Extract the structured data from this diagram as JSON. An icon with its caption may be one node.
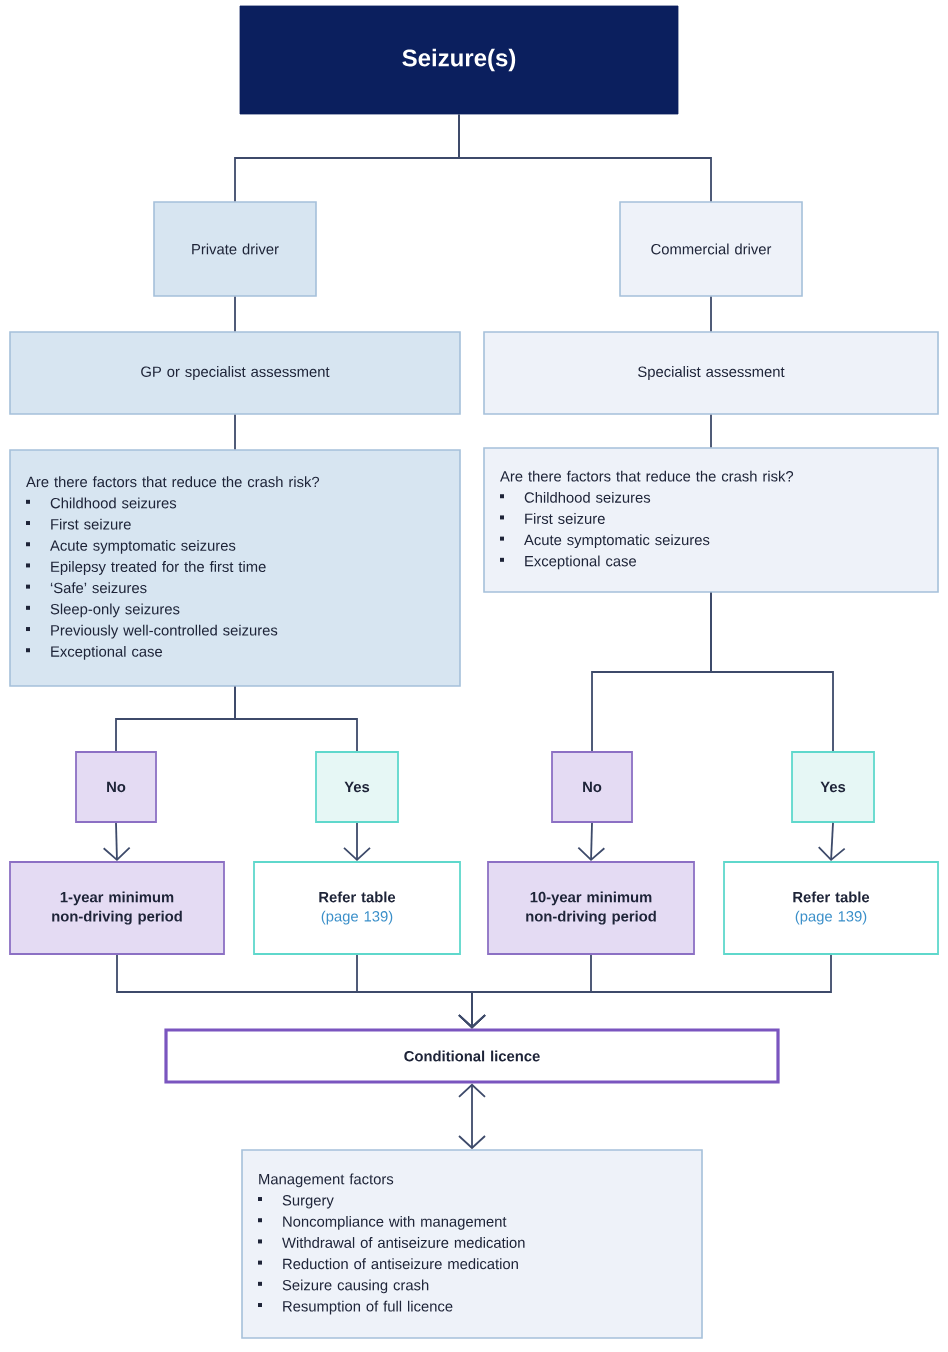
{
  "diagram": {
    "nodes": [
      {
        "text": [
          "Seizure(s)"
        ]
      },
      {
        "text": [
          "Private driver"
        ]
      },
      {
        "text": [
          "Commercial driver"
        ]
      },
      {
        "text": [
          "GP or specialist assessment"
        ]
      },
      {
        "text": [
          "Specialist assessment"
        ]
      },
      {
        "text": [
          "Are there factors that reduce the crash risk?",
          "Childhood seizures",
          "First seizure",
          "Acute symptomatic seizures",
          "Epilepsy treated for the first time",
          "‘Safe’ seizures",
          "Sleep-only seizures",
          "Previously well-controlled seizures",
          "Exceptional case"
        ]
      },
      {
        "text": [
          "Are there factors that reduce the crash risk?",
          "Childhood seizures",
          "First seizure",
          "Acute symptomatic seizures",
          "Exceptional case"
        ]
      },
      {
        "text": [
          "No"
        ]
      },
      {
        "text": [
          "Yes"
        ]
      },
      {
        "text": [
          "No"
        ]
      },
      {
        "text": [
          "Yes"
        ]
      },
      {
        "text": [
          "1-year minimum non-driving period"
        ]
      },
      {
        "text": [
          "Refer table",
          "(page 139)"
        ]
      },
      {
        "text": [
          "10-year minimum non-driving period"
        ]
      },
      {
        "text": [
          "Refer table",
          "(page 139)"
        ]
      },
      {
        "text": [
          "Conditional licence"
        ]
      },
      {
        "text": [
          "Management factors",
          "Surgery",
          "Noncompliance with management",
          "Withdrawal of antiseizure medication",
          "Reduction of antiseizure medication",
          "Seizure causing crash",
          "Resumption of full licence"
        ]
      }
    ],
    "edges": [
      {
        "from": 0,
        "to": 1,
        "arrow": "none"
      },
      {
        "from": 0,
        "to": 2,
        "arrow": "none"
      },
      {
        "from": 1,
        "to": 3,
        "arrow": "none"
      },
      {
        "from": 2,
        "to": 4,
        "arrow": "none"
      },
      {
        "from": 3,
        "to": 5,
        "arrow": "none"
      },
      {
        "from": 4,
        "to": 6,
        "arrow": "none"
      },
      {
        "from": 5,
        "to": 7,
        "arrow": "none"
      },
      {
        "from": 5,
        "to": 8,
        "arrow": "none"
      },
      {
        "from": 6,
        "to": 9,
        "arrow": "none"
      },
      {
        "from": 6,
        "to": 10,
        "arrow": "none"
      },
      {
        "from": 7,
        "to": 11,
        "arrow": "to"
      },
      {
        "from": 8,
        "to": 12,
        "arrow": "to"
      },
      {
        "from": 9,
        "to": 13,
        "arrow": "to"
      },
      {
        "from": 10,
        "to": 14,
        "arrow": "to"
      },
      {
        "from": 11,
        "to": 15,
        "arrow": "to"
      },
      {
        "from": 12,
        "to": 15,
        "arrow": "to"
      },
      {
        "from": 13,
        "to": 15,
        "arrow": "to"
      },
      {
        "from": 14,
        "to": 15,
        "arrow": "to"
      },
      {
        "from": 15,
        "to": 16,
        "arrow": "both"
      }
    ]
  }
}
